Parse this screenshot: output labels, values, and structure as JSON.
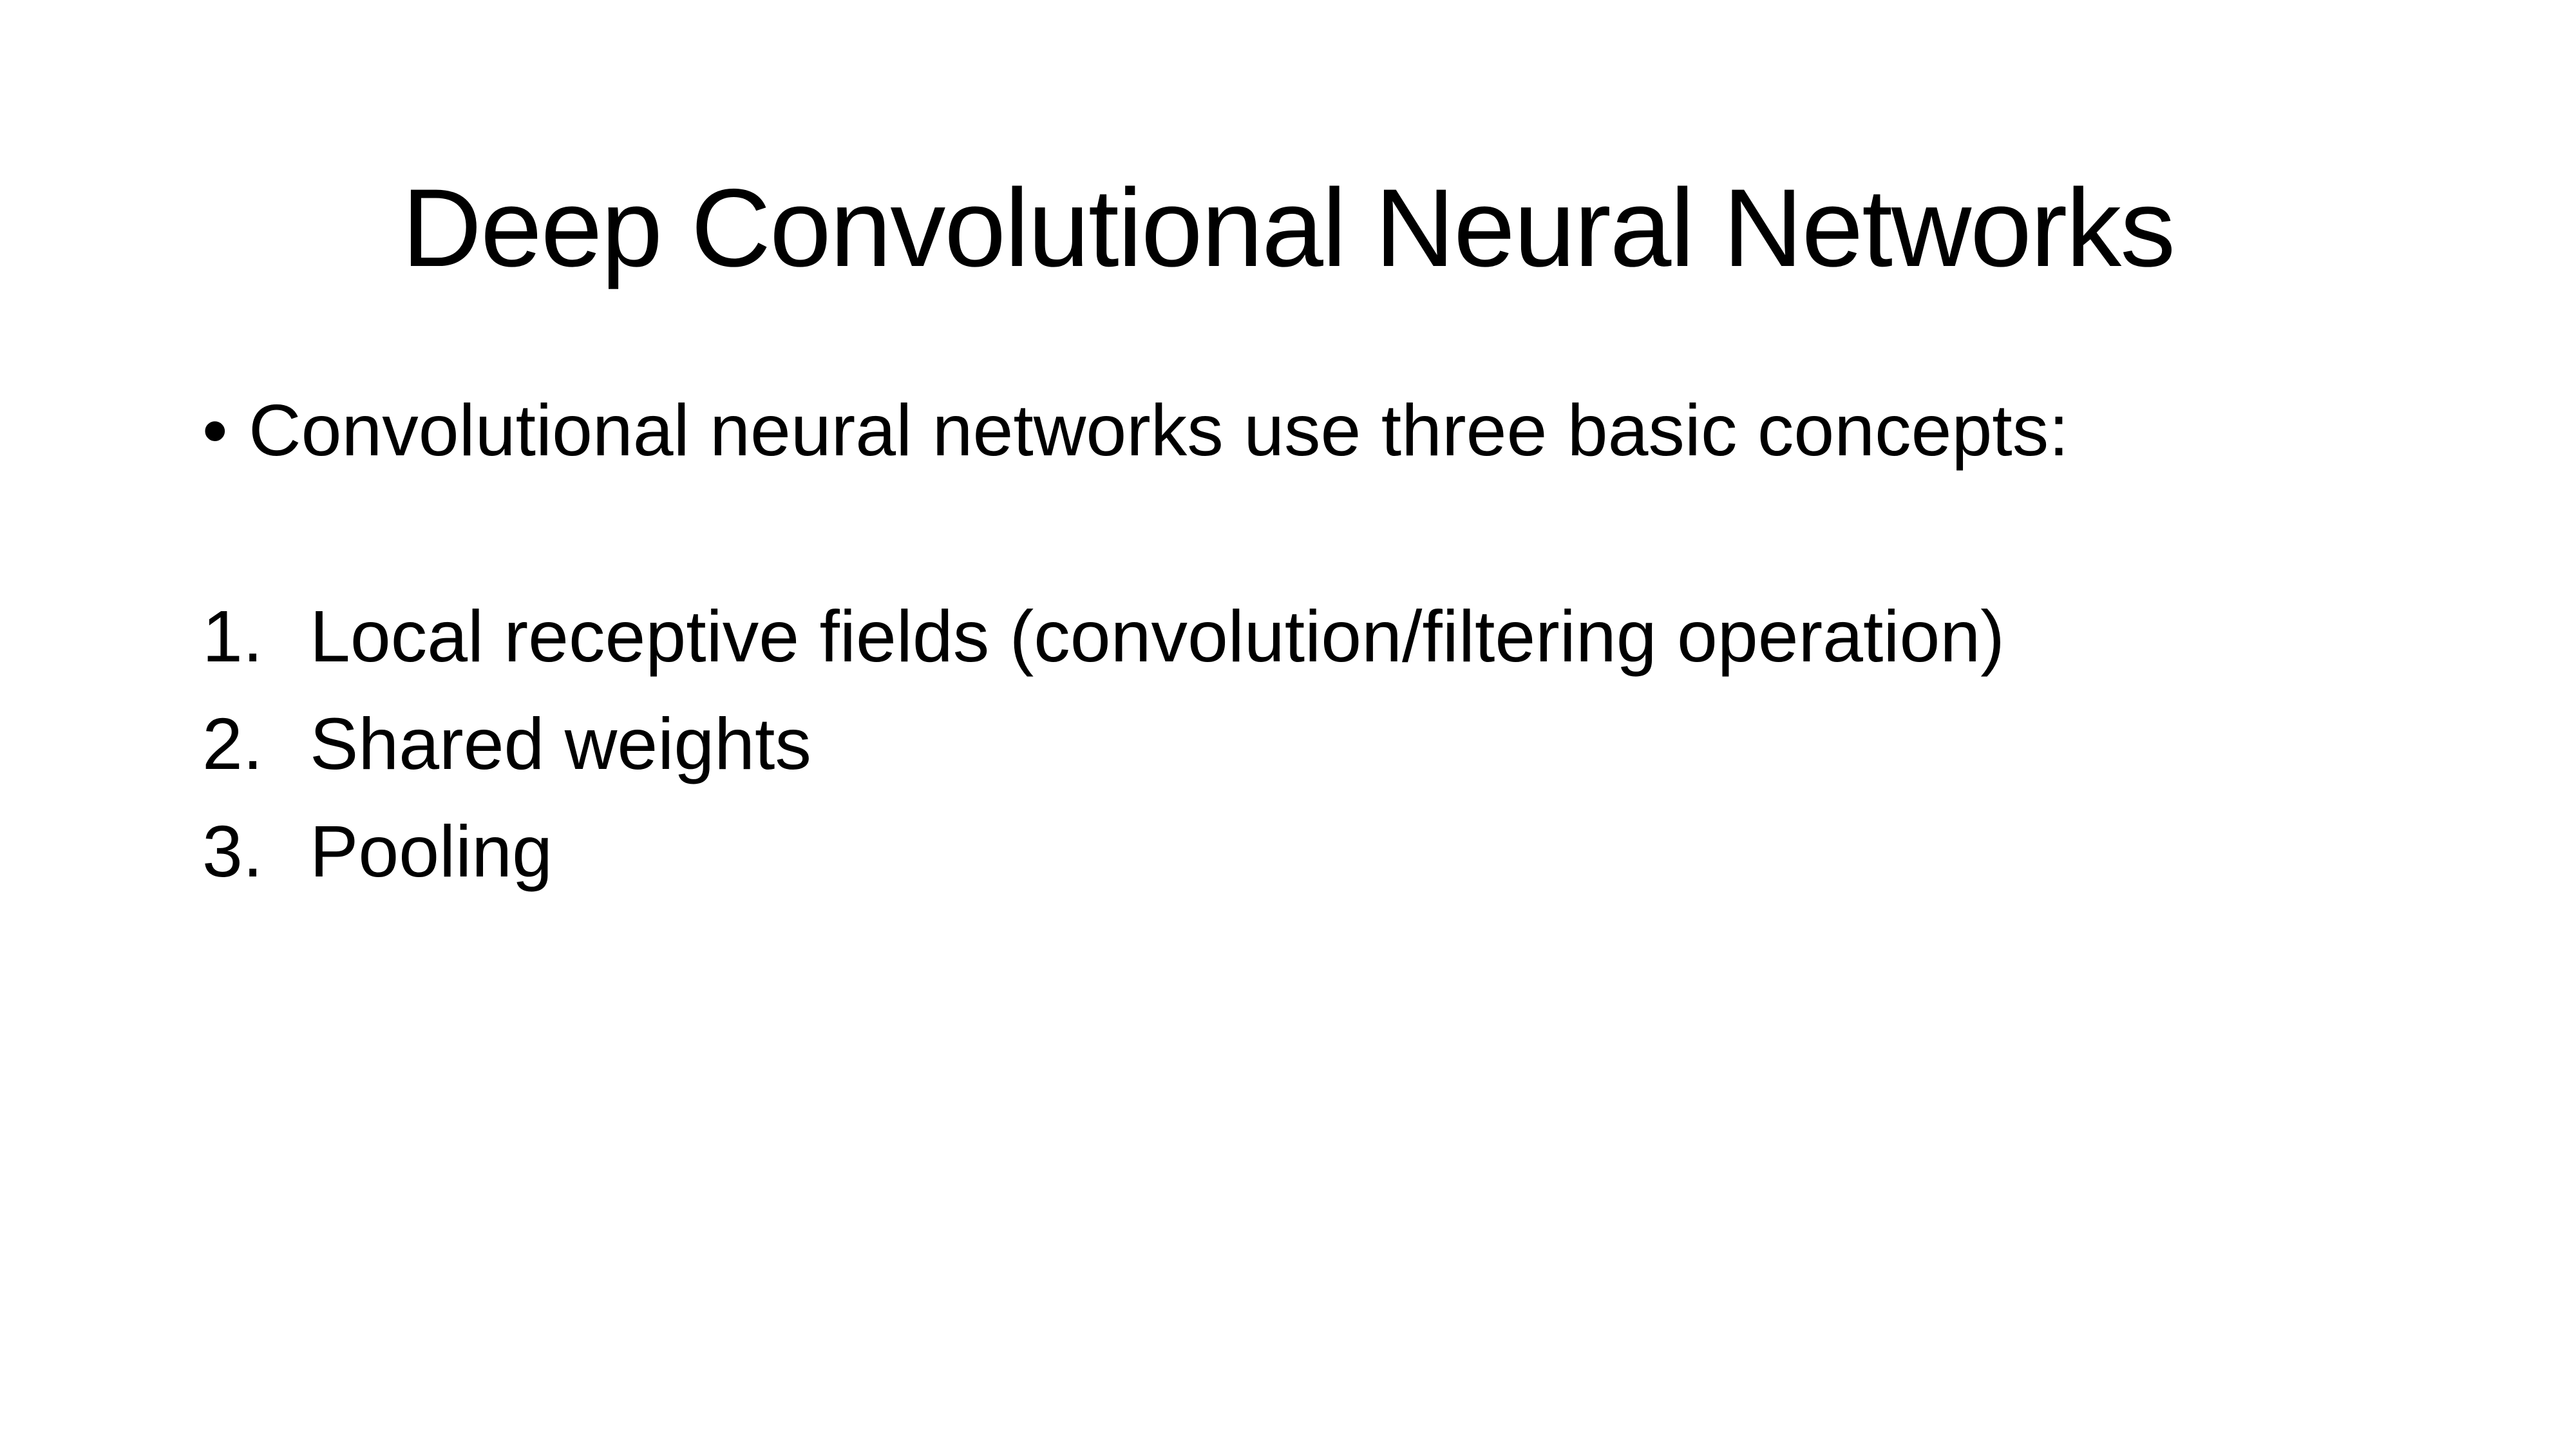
{
  "slide": {
    "title": "Deep Convolutional Neural Networks",
    "background_color": "#ffffff",
    "text_color": "#000000",
    "bullet": {
      "marker": "•",
      "text": "Convolutional neural networks use three basic concepts:"
    },
    "numbered_list": {
      "items": [
        {
          "number": "1.",
          "text": "Local receptive fields (convolution/filtering operation)"
        },
        {
          "number": "2.",
          "text": "Shared weights"
        },
        {
          "number": "3.",
          "text": "Pooling"
        }
      ]
    }
  }
}
